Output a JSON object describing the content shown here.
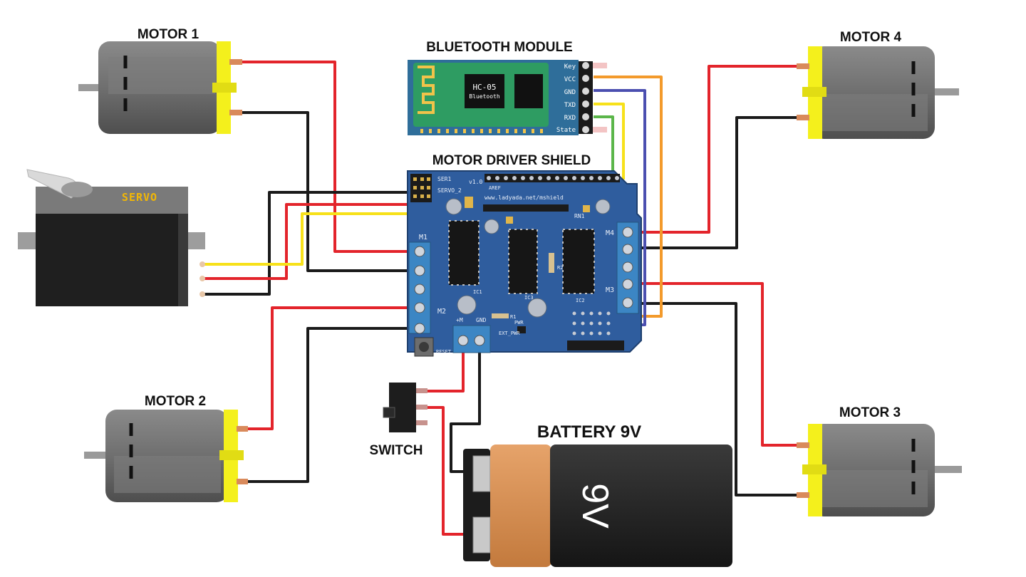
{
  "labels": {
    "motor1": "MOTOR 1",
    "motor2": "MOTOR 2",
    "motor3": "MOTOR 3",
    "motor4": "MOTOR 4",
    "bluetooth": "BLUETOOTH MODULE",
    "shield": "MOTOR DRIVER SHIELD",
    "switch": "SWITCH",
    "battery": "BATTERY 9V"
  },
  "servo": {
    "label": "SERVO"
  },
  "bt_module": {
    "chip": "HC-05",
    "chip_sub": "Bluetooth",
    "pins": [
      "Key",
      "VCC",
      "GND",
      "TXD",
      "RXD",
      "State"
    ]
  },
  "shield_board": {
    "url": "www.ladyada.net/mshield",
    "version": "v1.0",
    "servo1": "SER1",
    "servo2": "SERVO_2",
    "m1": "M1",
    "m2": "M2",
    "m3": "M3",
    "m4": "M4",
    "gnd": "GND",
    "ext": "EXT_PWR",
    "reset": "RESET",
    "aref": "AREF",
    "ic1": "IC1",
    "ic2": "IC2",
    "ic3": "IC3",
    "r1": "R1",
    "r2": "R2",
    "rn1": "RN1",
    "pwr": "PWR",
    "vin": "+M"
  },
  "battery_face": {
    "label": "9V"
  },
  "colors": {
    "red": "#e3242b",
    "black": "#1a1a1a",
    "yellow": "#f7e11a",
    "orange": "#f39a2b",
    "blue": "#4b4fb0",
    "green": "#5bb64a",
    "board": "#2f5d9e",
    "motor_yellow": "#f4f01c",
    "battery_copper": "#d08a4e"
  }
}
